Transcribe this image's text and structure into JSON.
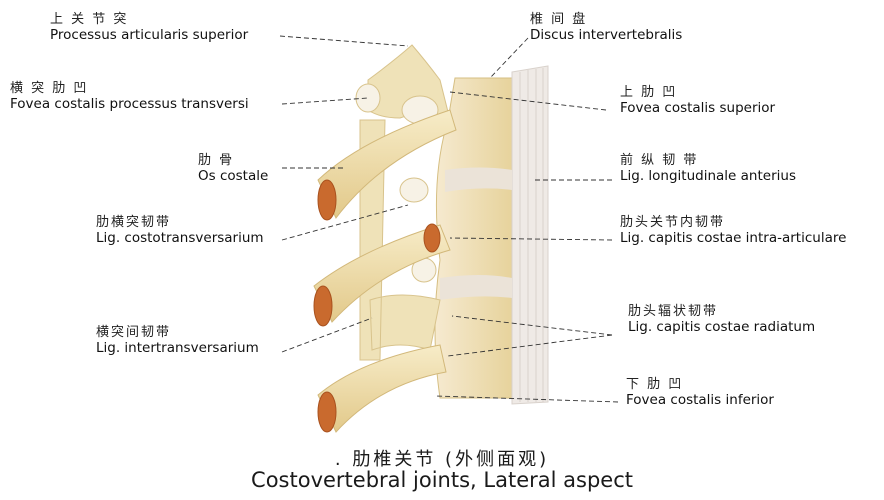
{
  "labels": {
    "processus_articularis_superior": {
      "zh": "上 关 节 突",
      "en": "Processus articularis superior"
    },
    "discus_intervertebralis": {
      "zh": "椎 间 盘",
      "en": "Discus intervertebralis"
    },
    "fovea_costalis_processus_transversi": {
      "zh": "横 突 肋 凹",
      "en": "Fovea costalis processus transversi"
    },
    "fovea_costalis_superior": {
      "zh": "上 肋 凹",
      "en": "Fovea costalis superior"
    },
    "os_costale": {
      "zh": "肋   骨",
      "en": "Os costale"
    },
    "lig_longitudinale_anterius": {
      "zh": "前 纵 韧 带",
      "en": "Lig. longitudinale anterius"
    },
    "lig_costotransversarium": {
      "zh": "肋横突韧带",
      "en": "Lig. costotransversarium"
    },
    "lig_capitis_costae_intra_articulare": {
      "zh": "肋头关节内韧带",
      "en": "Lig. capitis costae intra-articulare"
    },
    "lig_capitis_costae_radiatum": {
      "zh": "肋头辐状韧带",
      "en": "Lig. capitis costae radiatum"
    },
    "lig_intertransversarium": {
      "zh": "横突间韧带",
      "en": "Lig. intertransversarium"
    },
    "fovea_costalis_inferior": {
      "zh": "下 肋 凹",
      "en": "Fovea costalis inferior"
    }
  },
  "caption": {
    "zh": ".   肋椎关节  (外侧面观)",
    "en": "Costovertebral joints, Lateral aspect"
  },
  "colors": {
    "bone": "#f2e4b4",
    "bone_shade": "#e0c98a",
    "marrow": "#c96a2e",
    "ligament": "#ece7e4",
    "leader": "#333333"
  }
}
